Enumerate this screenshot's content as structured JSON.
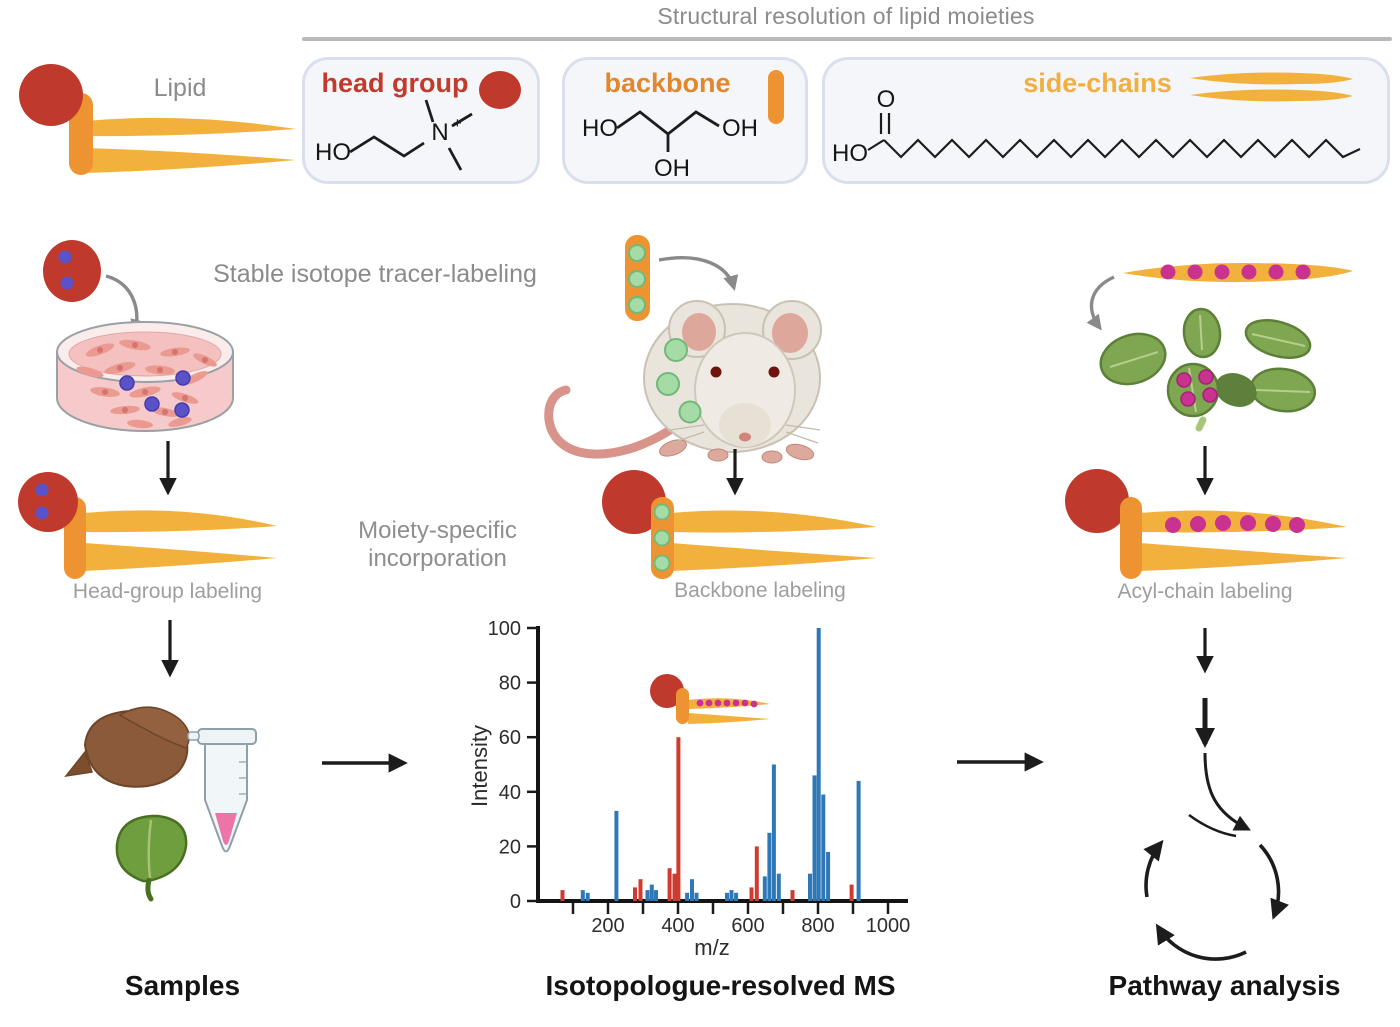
{
  "header": {
    "title": "Structural resolution of lipid moieties"
  },
  "legend": {
    "lipid_label": "Lipid"
  },
  "moiety_boxes": {
    "head_group": {
      "label": "head group",
      "accent_color": "#c13a2c",
      "atoms": {
        "ho": "HO",
        "n": "N",
        "plus": "+"
      }
    },
    "backbone": {
      "label": "backbone",
      "accent_color": "#e2872b",
      "atoms": {
        "ho": "HO",
        "oh_right": "OH",
        "oh_bottom": "OH"
      }
    },
    "side_chains": {
      "label": "side-chains",
      "accent_color": "#f2ae3f",
      "atoms": {
        "ho": "HO",
        "o": "O"
      }
    }
  },
  "workflow": {
    "tracer_title": "Stable isotope tracer-labeling",
    "incorporation": {
      "line1": "Moiety-specific",
      "line2": "incorporation"
    },
    "lipid_labels": {
      "head": "Head-group labeling",
      "backbone": "Backbone labeling",
      "acyl": "Acyl-chain labeling"
    },
    "bottom": {
      "samples": "Samples",
      "ms": "Isotopologue-resolved MS",
      "pathway": "Pathway analysis"
    }
  },
  "icons": {
    "lipid": "red head-group circle, orange backbone bar, two yellow acyl chains",
    "petri_dish": "cell culture dish with spindle cells and purple isotope dots",
    "mouse": "lab mouse with green isotope dots",
    "plant": "rosette plant with magenta isotope dots",
    "liver": "liver sample",
    "leaf": "leaf sample",
    "tube": "microcentrifuge tube with pink extract",
    "cycle_arrows": "circular pathway arrows",
    "tracer_dot_counts": {
      "head_group": 2,
      "backbone": 3,
      "acyl_chain": 6,
      "plant_leaf": 4,
      "petri_dish": 4,
      "mouse_body": 3,
      "chart_lipid": 7
    }
  },
  "colors": {
    "head_red": "#bf392c",
    "backbone_orange": "#ee9331",
    "chain_yellow": "#f2b13c",
    "isotope_purple": "#5b52c7",
    "isotope_green": "#a5dba6",
    "isotope_magenta": "#c9328f",
    "gray_text": "#8b8b8b",
    "arrow_black": "#1c1c1c",
    "arrow_gray": "#8a8a8a",
    "ms_blue": "#2e78b8",
    "ms_red": "#cf3b2f"
  },
  "chart_data": {
    "type": "bar",
    "title": "",
    "xlabel": "m/z",
    "ylabel": "Intensity",
    "xlim": [
      0,
      1060
    ],
    "ylim": [
      0,
      100
    ],
    "grid": false,
    "legend": "none",
    "x_ticks": [
      100,
      200,
      300,
      400,
      500,
      600,
      700,
      800,
      900,
      1000
    ],
    "x_tick_labels": [
      200,
      400,
      600,
      800,
      1000
    ],
    "y_ticks": [
      0,
      20,
      40,
      60,
      80,
      100
    ],
    "series": [
      {
        "name": "blue_peaks",
        "color": "#2e78b8",
        "points": [
          [
            128,
            4
          ],
          [
            142,
            3
          ],
          [
            224,
            33
          ],
          [
            313,
            4
          ],
          [
            325,
            6
          ],
          [
            337,
            4
          ],
          [
            426,
            3
          ],
          [
            440,
            8
          ],
          [
            453,
            3
          ],
          [
            540,
            3
          ],
          [
            553,
            4
          ],
          [
            566,
            3
          ],
          [
            648,
            9
          ],
          [
            661,
            25
          ],
          [
            674,
            50
          ],
          [
            688,
            10
          ],
          [
            777,
            10
          ],
          [
            790,
            46
          ],
          [
            802,
            100
          ],
          [
            815,
            39
          ],
          [
            829,
            18
          ],
          [
            916,
            44
          ]
        ]
      },
      {
        "name": "red_peaks",
        "color": "#cf3b2f",
        "points": [
          [
            70,
            4
          ],
          [
            277,
            5
          ],
          [
            293,
            8
          ],
          [
            376,
            12
          ],
          [
            390,
            10
          ],
          [
            401,
            60
          ],
          [
            610,
            5
          ],
          [
            625,
            20
          ],
          [
            727,
            4
          ],
          [
            896,
            6
          ]
        ]
      }
    ]
  }
}
